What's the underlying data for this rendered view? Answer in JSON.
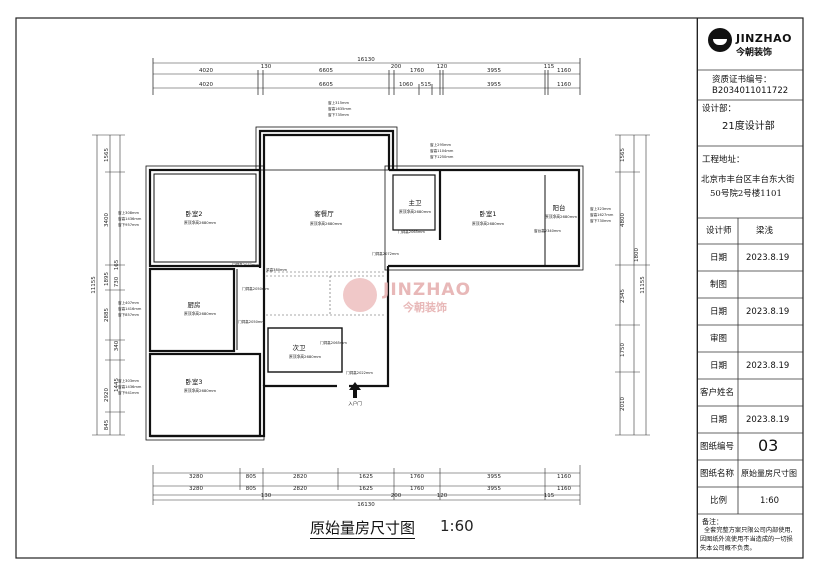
{
  "title_block": {
    "logo_brand": "JINZHAO",
    "logo_sub": "今朝装饰",
    "cert_label": "资质证书编号：",
    "cert_value": "B2034011011722",
    "dept_label": "设计部：",
    "dept_value": "21度设计部",
    "address_label": "工程地址：",
    "address_line1": "北京市丰台区丰台东大街",
    "address_line2": "50号院2号楼1101",
    "designer_label": "设计师",
    "designer_value": "梁浅",
    "date_label_1": "日期",
    "date_value_1": "2023.8.19",
    "draw_label": "制图",
    "draw_value": "",
    "date_label_2": "日期",
    "date_value_2": "2023.8.19",
    "review_label": "审图",
    "review_value": "",
    "date_label_3": "日期",
    "date_value_3": "2023.8.19",
    "client_label": "客户姓名",
    "client_value": "",
    "date_label_4": "日期",
    "date_value_4": "2023.8.19",
    "sheet_no_label": "图纸编号",
    "sheet_no_value": "03",
    "sheet_name_label": "图纸名称",
    "sheet_name_value": "原始量房尺寸图",
    "scale_label": "比例",
    "scale_value": "1:60",
    "note_label": "备注：",
    "note_line1": "全套完整方案只限公司内部使用,",
    "note_line2": "因图纸外流使用不当造成的一切损",
    "note_line3": "失本公司概不负责。"
  },
  "drawing": {
    "title": "原始量房尺寸图",
    "scale": "1:60",
    "watermark_brand": "JINZHAO",
    "watermark_sub": "今朝装饰",
    "entrance": "入户门"
  },
  "rooms": [
    {
      "name": "卧室2",
      "note": "原顶净高2680mm"
    },
    {
      "name": "客餐厅",
      "note": "原顶净高2680mm"
    },
    {
      "name": "主卫",
      "note": "原顶净高2680mm"
    },
    {
      "name": "卧室1",
      "note": "原顶净高2680mm"
    },
    {
      "name": "阳台",
      "note": "原顶净高2680mm"
    },
    {
      "name": "厨房",
      "note": "原顶净高2680mm"
    },
    {
      "name": "次卫",
      "note": "原顶净高2680mm"
    },
    {
      "name": "卧室3",
      "note": "原顶净高2680mm"
    }
  ],
  "door_notes": {
    "d1": "门洞高2070mm",
    "d2": "门洞高2050mm",
    "d3": "门洞高2050mm",
    "d4": "门洞高2072mm",
    "d5": "门洞高2065mm",
    "d6": "门洞高2065mm",
    "d7": "门洞高2022mm",
    "d8": "窗台高2340mm",
    "beam": "梁高380mm"
  },
  "window_notes": {
    "w_living": [
      "窗上315mm",
      "窗高1635mm",
      "窗下735mm"
    ],
    "w_bath": [
      "窗上295mm",
      "窗高1104mm",
      "窗下1250mm"
    ],
    "w_bed2": [
      "窗上308mm",
      "窗高1436mm",
      "窗下957mm"
    ],
    "w_kitchen": [
      "窗上407mm",
      "窗高1416mm",
      "窗下857mm"
    ],
    "w_bed3": [
      "窗上303mm",
      "窗高1436mm",
      "窗下941mm"
    ],
    "w_balcony": [
      "窗上323mm",
      "窗高1627mm",
      "窗下730mm"
    ]
  },
  "dims": {
    "top_total": "16130",
    "top_row1": [
      "4020",
      "130",
      "6605",
      "200",
      "1760",
      "120",
      "3955",
      "115",
      "1160"
    ],
    "top_row2": [
      "4020",
      "6605",
      "1060",
      "515",
      "3955",
      "1160"
    ],
    "bottom_row1": [
      "3280",
      "805",
      "2820",
      "1625",
      "1760",
      "3955",
      "1160"
    ],
    "bottom_row2": [
      "3280",
      "805",
      "2820",
      "1625",
      "1760",
      "3955",
      "1160"
    ],
    "bottom_row3": [
      "130",
      "200",
      "120",
      "115"
    ],
    "bottom_total": "16130",
    "left_total": "11155",
    "left_col1": [
      "1565",
      "3400",
      "1895",
      "2885",
      "2920",
      "845"
    ],
    "left_col2": [
      "165",
      "730",
      "340",
      "1445"
    ],
    "right_total": "11155",
    "right_col1": [
      "1565",
      "4800",
      "2345",
      "1750",
      "2010"
    ],
    "right_col2": [
      "1800"
    ]
  }
}
